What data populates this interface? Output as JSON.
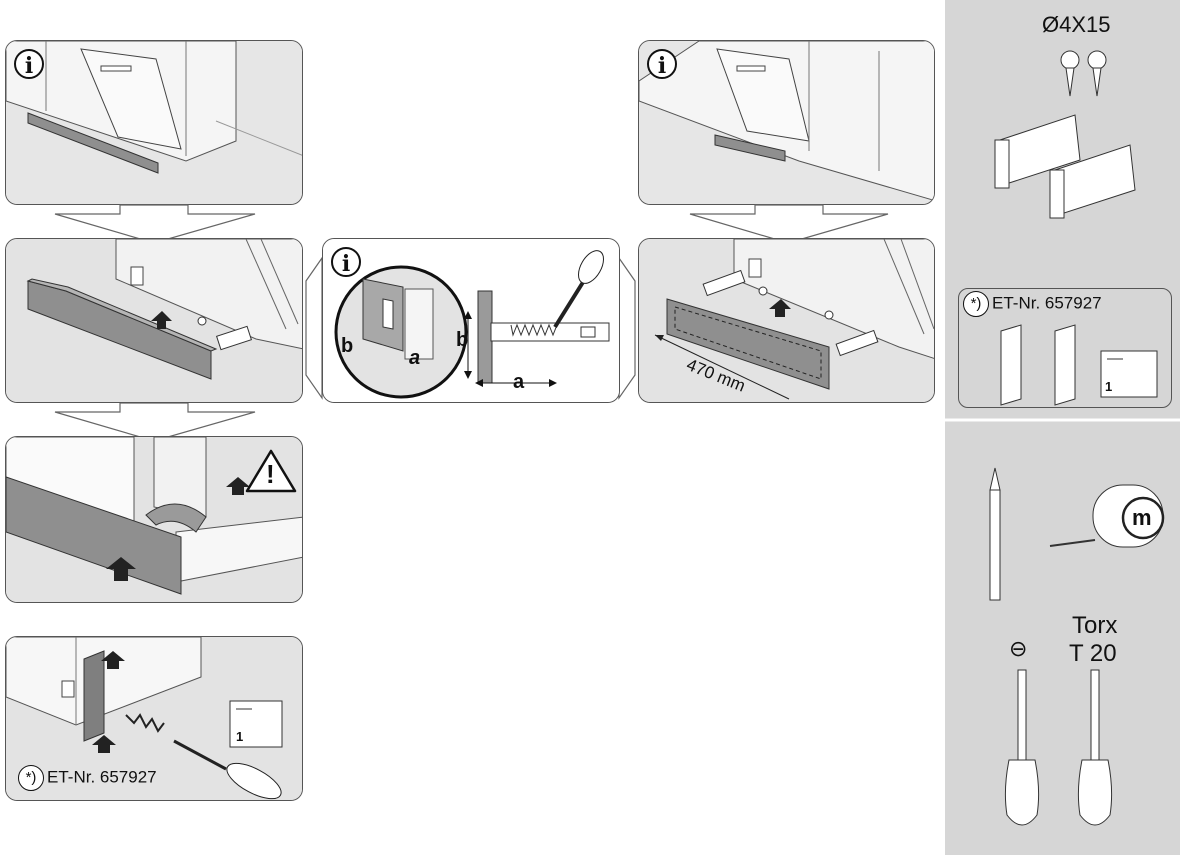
{
  "info_symbol": "i",
  "sidebar": {
    "screw_spec": "Ø4X15",
    "spare_part": {
      "symbol": "*)",
      "label": "ET-Nr. 657927"
    },
    "manual_page": "1",
    "tape_measure_letter": "m",
    "flathead_symbol": "⊖",
    "torx_label_line1": "Torx",
    "torx_label_line2": "T 20"
  },
  "step_measure": {
    "dim_a": "a",
    "dim_b": "b"
  },
  "step_plinth_right": {
    "width_text": "470 mm"
  },
  "step_fit": {
    "warning_symbol": "!"
  },
  "step_side_panel": {
    "spare_part": {
      "symbol": "*)",
      "label": "ET-Nr. 657927"
    },
    "manual_page": "1"
  },
  "colors": {
    "panel_bg": "#e3e3e3",
    "sidebar_bg": "#d6d6d6",
    "plinth": "#8f8f8f",
    "arrow": "#222222"
  }
}
